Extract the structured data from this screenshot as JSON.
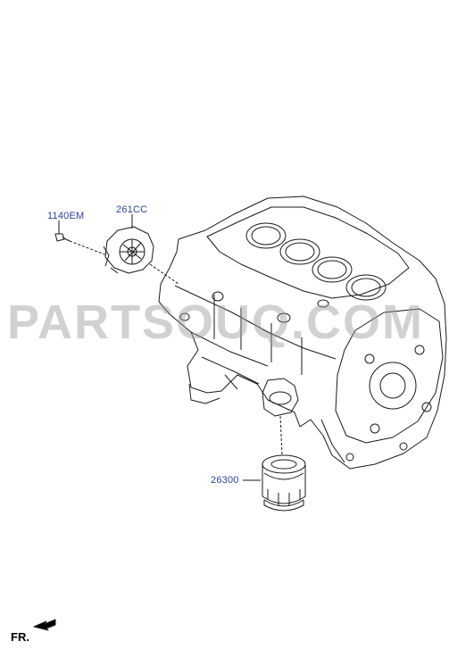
{
  "parts": {
    "bolt": "1140EM",
    "pump": "261CC",
    "filter": "26300"
  },
  "watermark": "PARTSOUQ.COM",
  "direction": "FR.",
  "colors": {
    "label": "#2b3fa0",
    "line": "#1a1a1a",
    "watermark": "#9a9a9a"
  }
}
